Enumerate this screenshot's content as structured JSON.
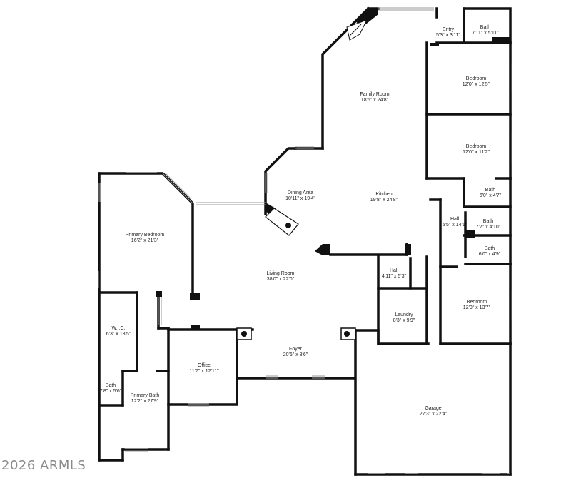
{
  "rooms": {
    "entry": {
      "name": "Entry",
      "dims": "5'3\" x 3'11\""
    },
    "entry_bath": {
      "name": "Bath",
      "dims": "7'11\" x 5'11\""
    },
    "bedroom_1": {
      "name": "Bedroom",
      "dims": "12'0\" x 12'5\""
    },
    "family_room": {
      "name": "Family Room",
      "dims": "18'5\" x 24'8\""
    },
    "bedroom_2": {
      "name": "Bedroom",
      "dims": "12'0\" x 11'2\""
    },
    "dining_area": {
      "name": "Dining Area",
      "dims": "10'11\" x 19'4\""
    },
    "kitchen": {
      "name": "Kitchen",
      "dims": "19'8\" x 24'8\""
    },
    "bath_2": {
      "name": "Bath",
      "dims": "6'0\" x 4'7\""
    },
    "hall_2": {
      "name": "Hall",
      "dims": "5'5\" x 14'1\""
    },
    "bath_3": {
      "name": "Bath",
      "dims": "7'7\" x 4'10\""
    },
    "bath_4": {
      "name": "Bath",
      "dims": "6'0\" x 4'9\""
    },
    "primary_bedroom": {
      "name": "Primary Bedroom",
      "dims": "16'2\" x 21'3\""
    },
    "hall_1": {
      "name": "Hall",
      "dims": "4'11\" x 5'3\""
    },
    "living_room": {
      "name": "Living Room",
      "dims": "38'0\" x 22'0\""
    },
    "laundry": {
      "name": "Laundry",
      "dims": "8'3\" x 9'9\""
    },
    "bedroom_3": {
      "name": "Bedroom",
      "dims": "12'0\" x 13'7\""
    },
    "wic": {
      "name": "W.I.C.",
      "dims": "6'3\" x 13'5\""
    },
    "foyer": {
      "name": "Foyer",
      "dims": "20'6\" x 8'6\""
    },
    "office": {
      "name": "Office",
      "dims": "11'7\" x 12'11\""
    },
    "primary_bath_toilet": {
      "name": "Bath",
      "dims": "7'8\" x 5'6\""
    },
    "primary_bath": {
      "name": "Primary Bath",
      "dims": "12'2\" x 27'9\""
    },
    "garage": {
      "name": "Garage",
      "dims": "27'3\" x 22'4\""
    }
  },
  "copyright": "2026 ARMLS"
}
